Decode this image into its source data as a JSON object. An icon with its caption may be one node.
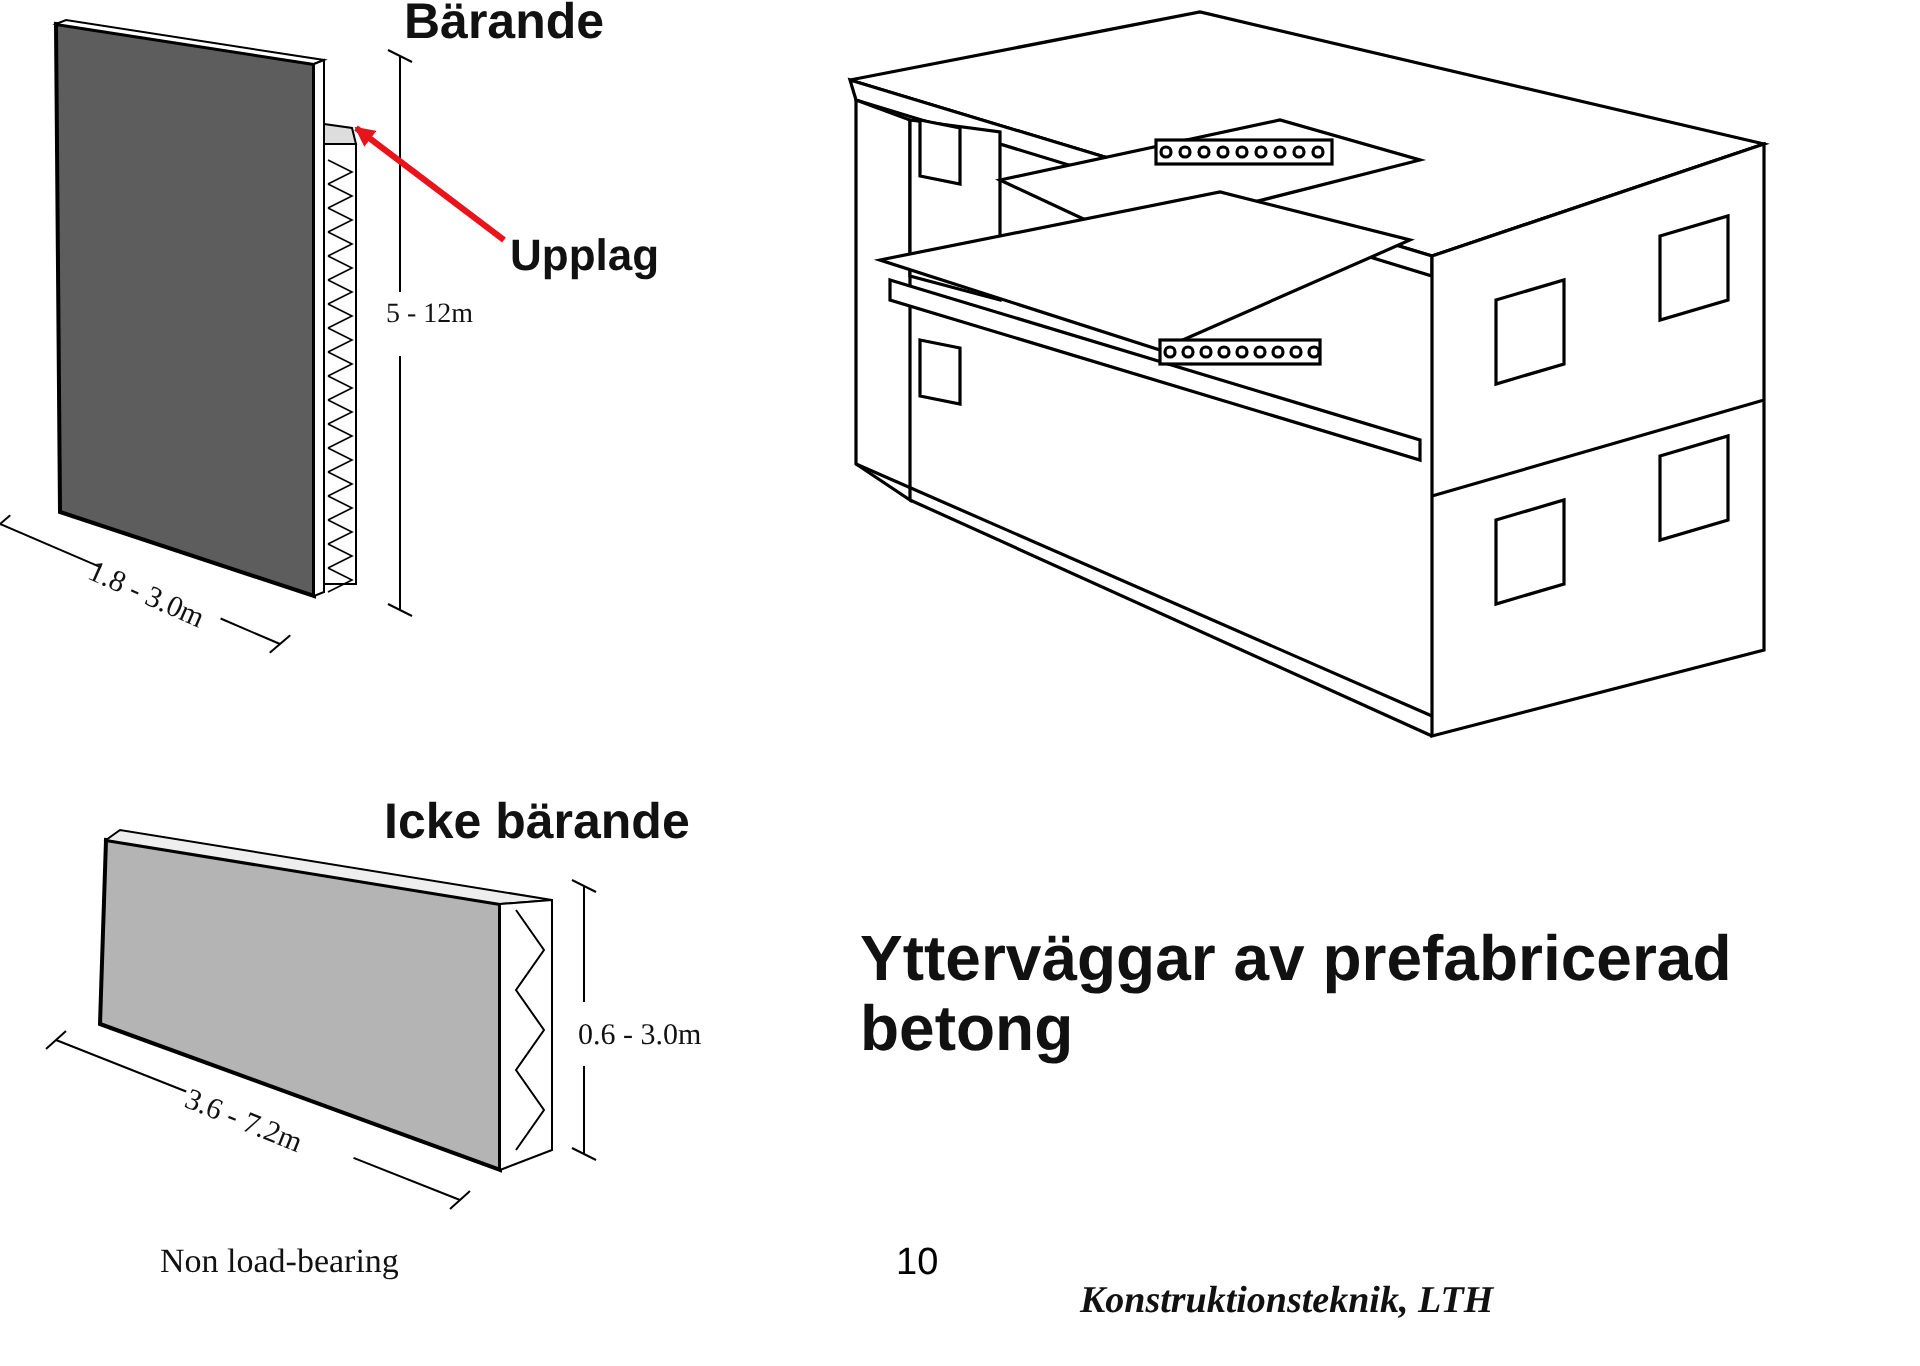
{
  "diagram": {
    "title": "Ytterväggar av prefabricerad betong",
    "nodes": [
      {
        "text": [
          "Upplag"
        ]
      },
      {
        "text": [],
        "shape": "box"
      }
    ],
    "edges": [
      {
        "from": 0,
        "to": 1,
        "arrow": "to"
      }
    ],
    "labels": [
      "Bärande",
      "5 - 12m",
      "1.8 - 3.0m",
      "Icke bärande",
      "0.6 - 3.0m",
      "3.6 - 7.2m",
      "Non load-bearing",
      "10",
      "Konstruktionsteknik, LTH"
    ]
  }
}
